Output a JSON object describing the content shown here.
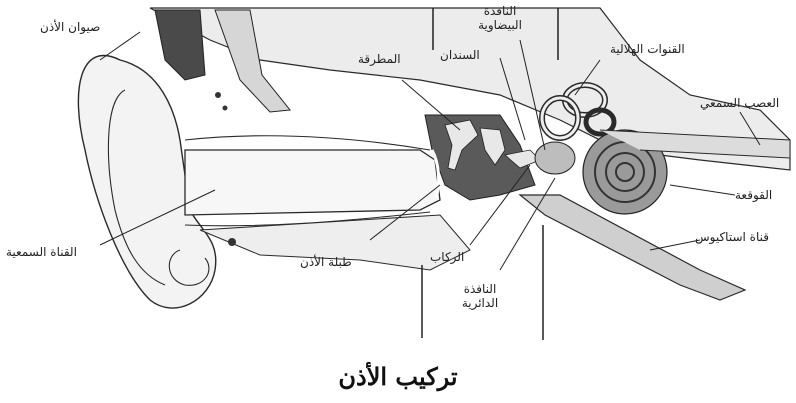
{
  "diagram": {
    "title": "تركيب الأذن",
    "labels": {
      "auricle": "صيوان الأذن",
      "ear_canal": "القناة السمعية",
      "eardrum": "طبلة الأذن",
      "hammer": "المطرقة",
      "anvil": "السندان",
      "oval_window_l1": "النافذة",
      "oval_window_l2": "البيضاوية",
      "semicircular": "القنوات الهلالية",
      "auditory_nerve": "العصب السمعي",
      "cochlea": "القوقعة",
      "eustachian": "قناة استاكيوس",
      "stirrup": "الركاب",
      "round_window_l1": "النافذة",
      "round_window_l2": "الدائرية"
    },
    "colors": {
      "line": "#2a2a2a",
      "dark_fill": "#5a5a5a",
      "bone_fill": "#d9d9d9",
      "tissue_fill": "#efefef"
    }
  }
}
